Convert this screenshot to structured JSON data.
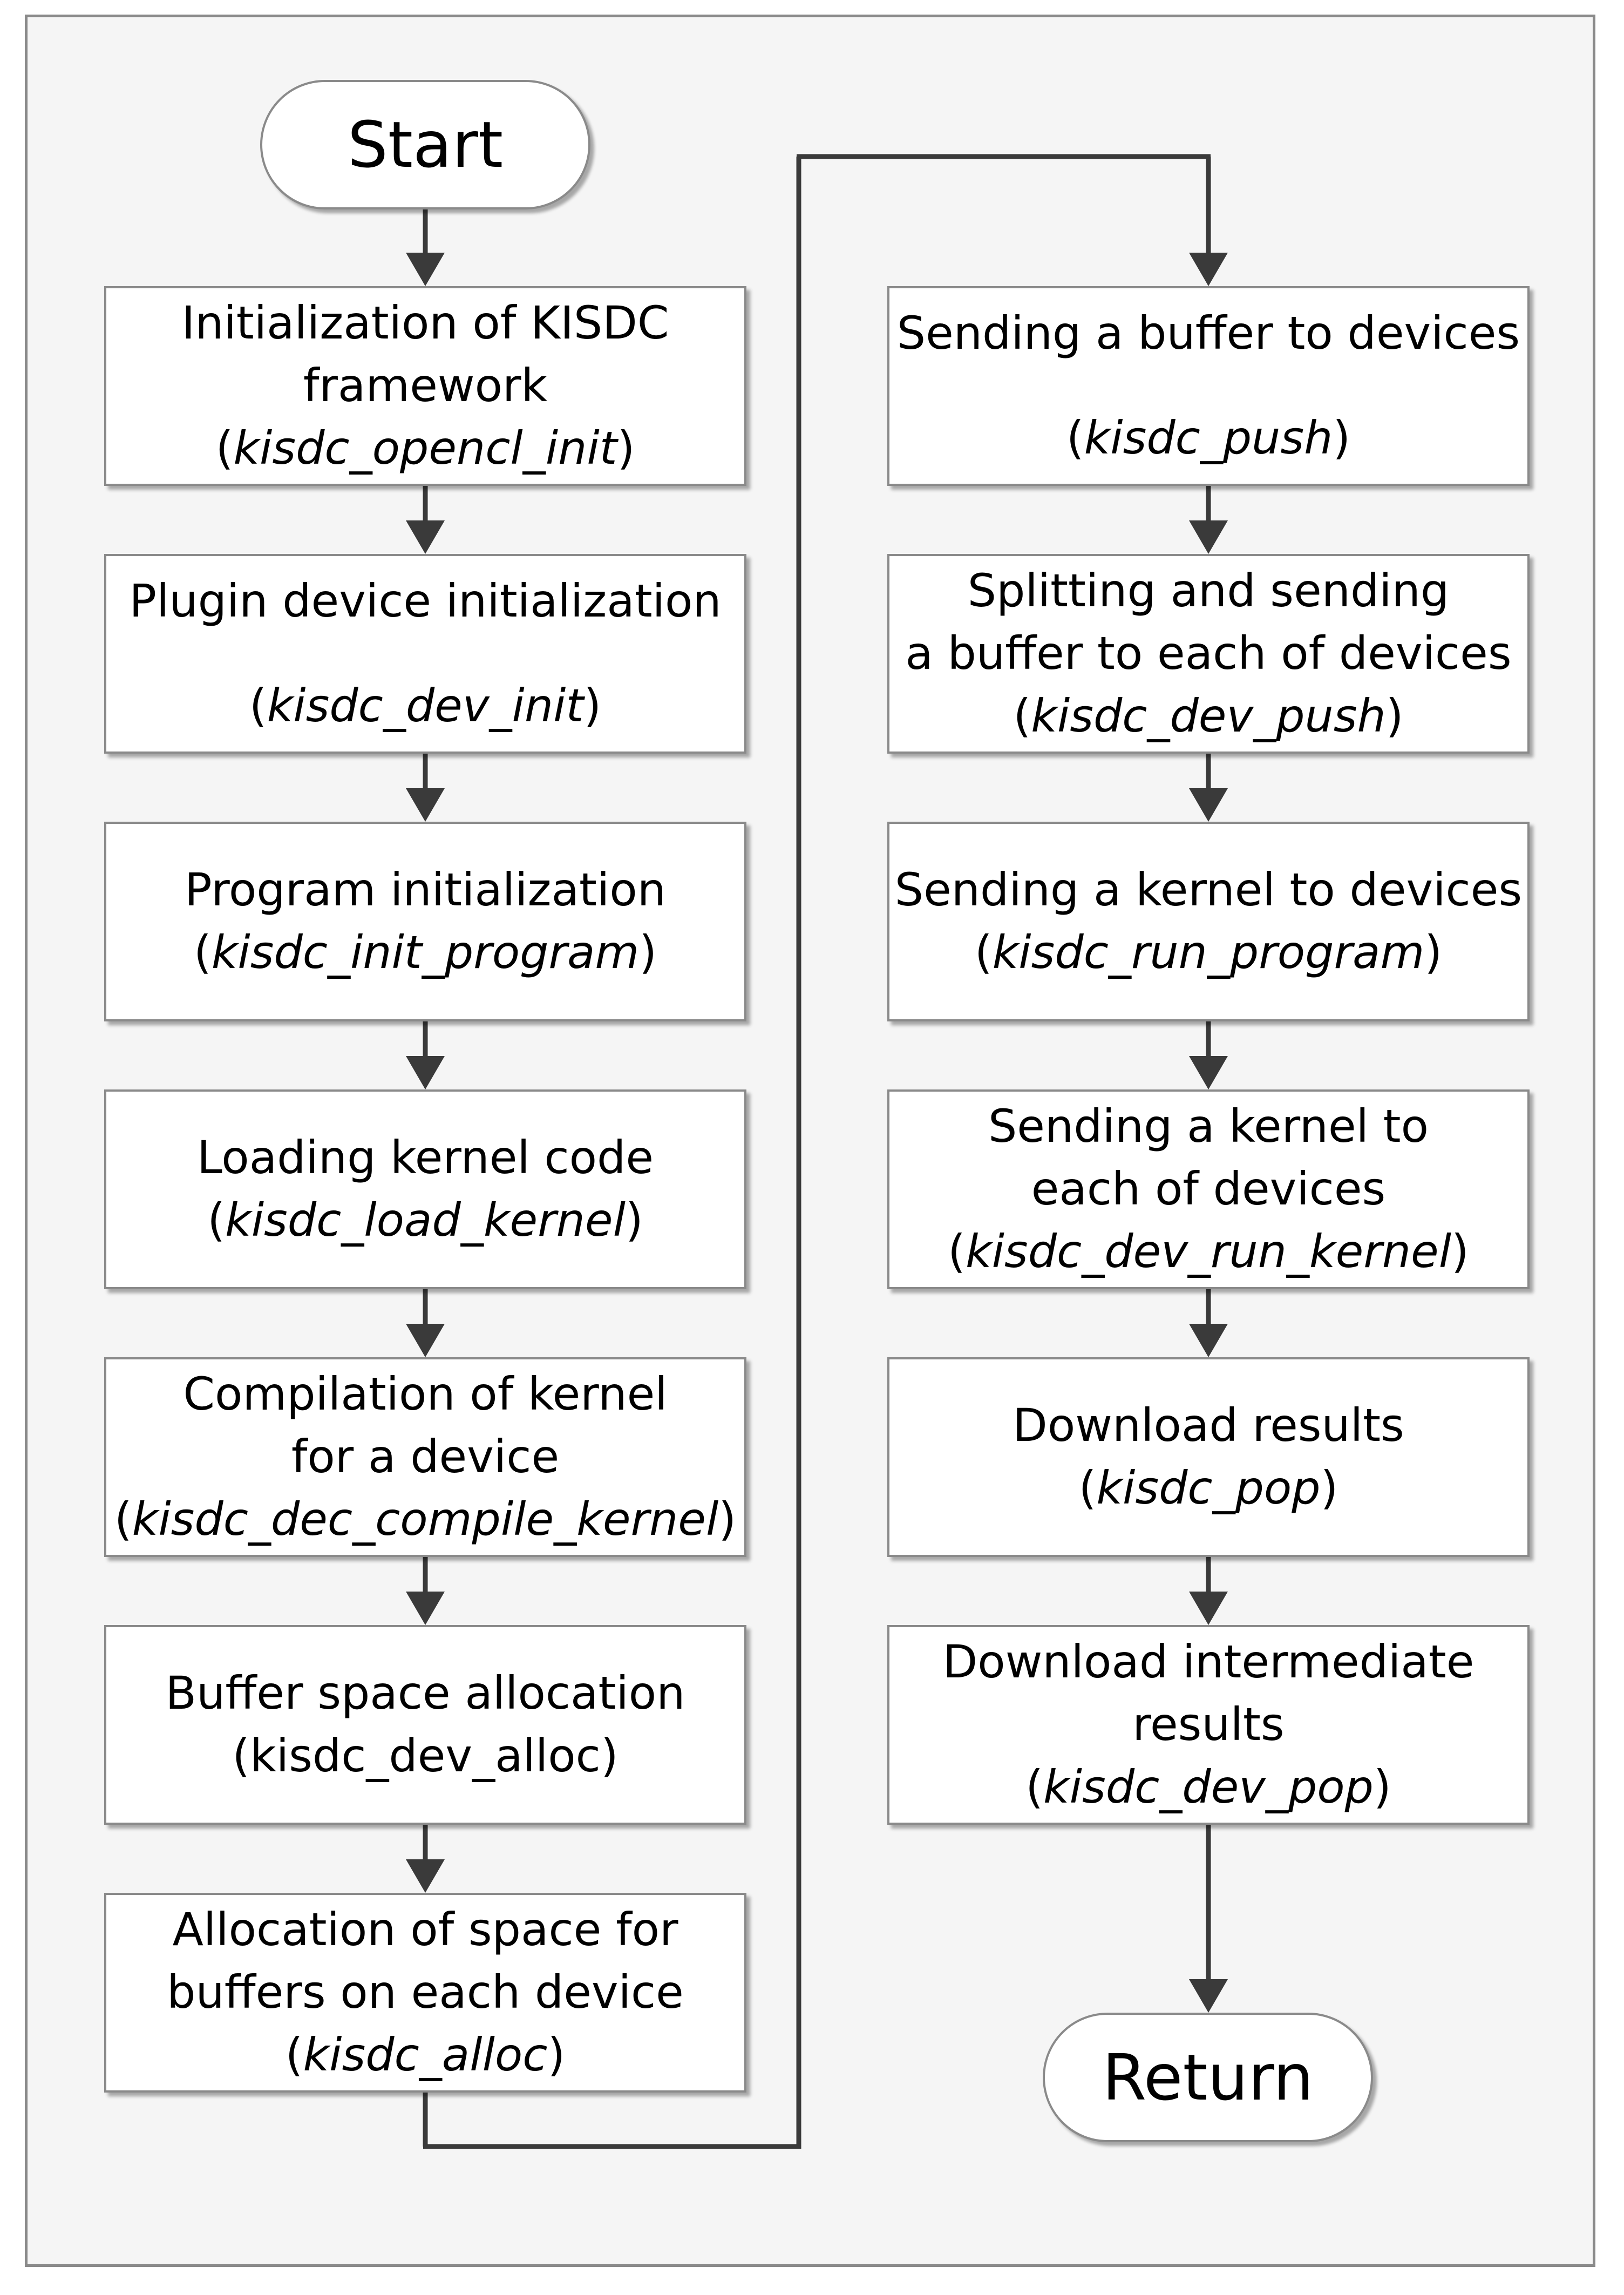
{
  "flowchart": {
    "start_label": "Start",
    "return_label": "Return",
    "left_column": [
      {
        "lines": [
          "Initialization of KISDC",
          "framework"
        ],
        "fn": "kisdc_opencl_init",
        "italic": true
      },
      {
        "lines": [
          "Plugin device initialization"
        ],
        "fn": "kisdc_dev_init",
        "italic": true
      },
      {
        "lines": [
          "Program initialization"
        ],
        "fn": "kisdc_init_program",
        "italic": true
      },
      {
        "lines": [
          "Loading kernel code"
        ],
        "fn": "kisdc_load_kernel",
        "italic": true
      },
      {
        "lines": [
          "Compilation of kernel",
          "for a device"
        ],
        "fn": "kisdc_dec_compile_kernel",
        "italic": true
      },
      {
        "lines": [
          "Buffer space allocation"
        ],
        "fn": "kisdc_dev_alloc",
        "italic": false
      },
      {
        "lines": [
          "Allocation of space for",
          "buffers on each device"
        ],
        "fn": "kisdc_alloc",
        "italic": true
      }
    ],
    "right_column": [
      {
        "lines": [
          "Sending a buffer to devices"
        ],
        "fn": "kisdc_push",
        "italic": true
      },
      {
        "lines": [
          "Splitting and sending",
          "a buffer to each of devices"
        ],
        "fn": "kisdc_dev_push",
        "italic": true
      },
      {
        "lines": [
          "Sending a kernel to devices"
        ],
        "fn": "kisdc_run_program",
        "italic": true
      },
      {
        "lines": [
          "Sending a kernel to",
          "each of devices"
        ],
        "fn": "kisdc_dev_run_kernel",
        "italic": true
      },
      {
        "lines": [
          "Download results"
        ],
        "fn": "kisdc_pop",
        "italic": true
      },
      {
        "lines": [
          "Download intermediate",
          "results"
        ],
        "fn": "kisdc_dev_pop",
        "italic": true
      }
    ]
  }
}
